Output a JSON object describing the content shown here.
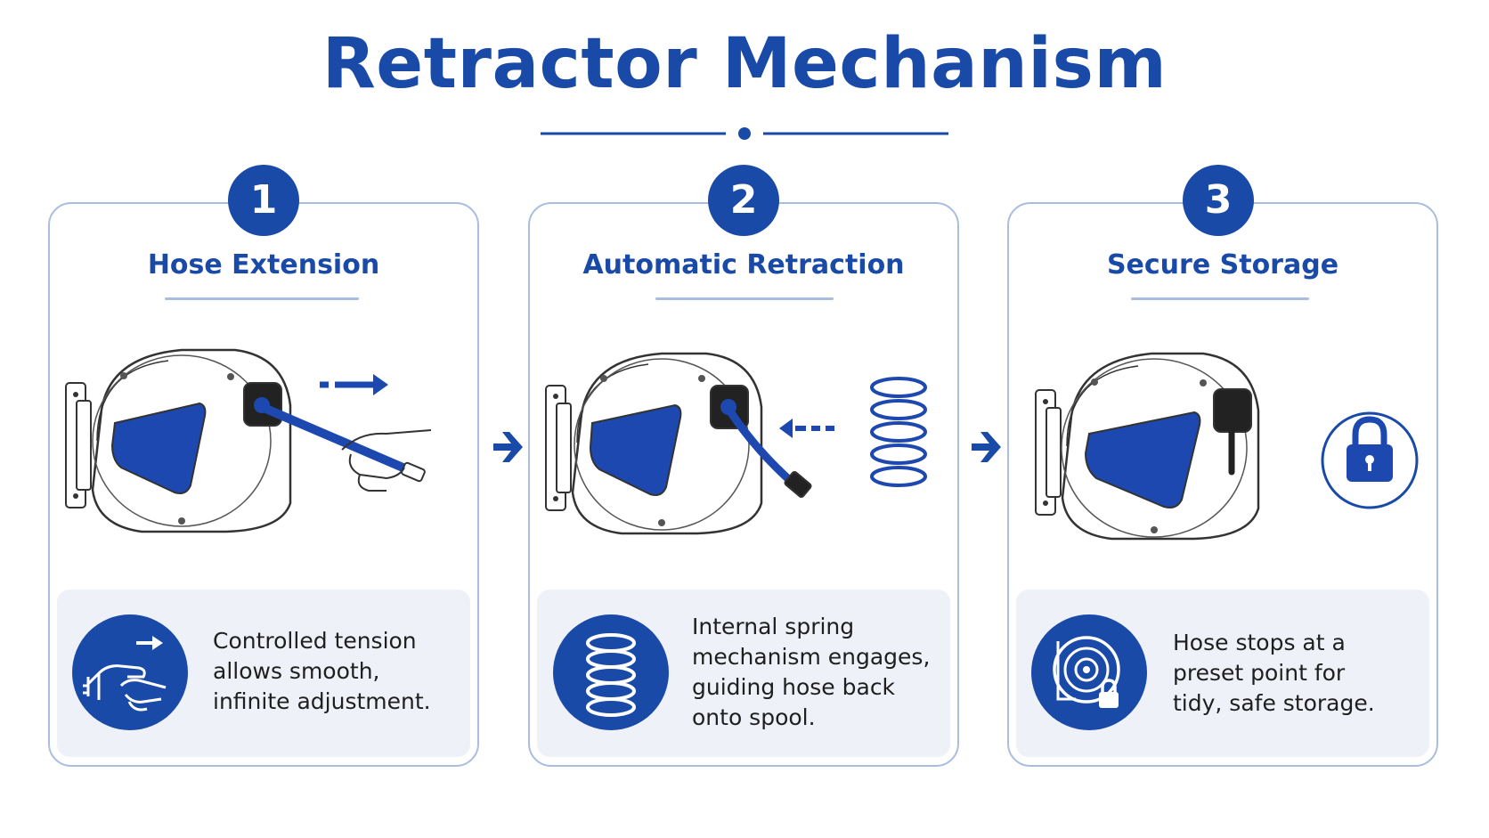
{
  "title": "Retractor Mechanism",
  "colors": {
    "accent": "#1a4aa8",
    "border": "#a9bde0",
    "panel": "#eef1f8"
  },
  "steps": [
    {
      "number": "1",
      "title": "Hose Extension",
      "description_lines": [
        "Controlled tension",
        "allows smooth,",
        "infinite adjustment."
      ],
      "icon": "hand-pull-icon"
    },
    {
      "number": "2",
      "title": "Automatic Retraction",
      "description_lines": [
        "Internal spring",
        "mechanism engages,",
        "guiding hose back",
        "onto spool."
      ],
      "icon": "spring-icon"
    },
    {
      "number": "3",
      "title": "Secure Storage",
      "description_lines": [
        "Hose stops at a",
        "preset point for",
        "tidy, safe storage."
      ],
      "icon": "reel-lock-icon"
    }
  ]
}
